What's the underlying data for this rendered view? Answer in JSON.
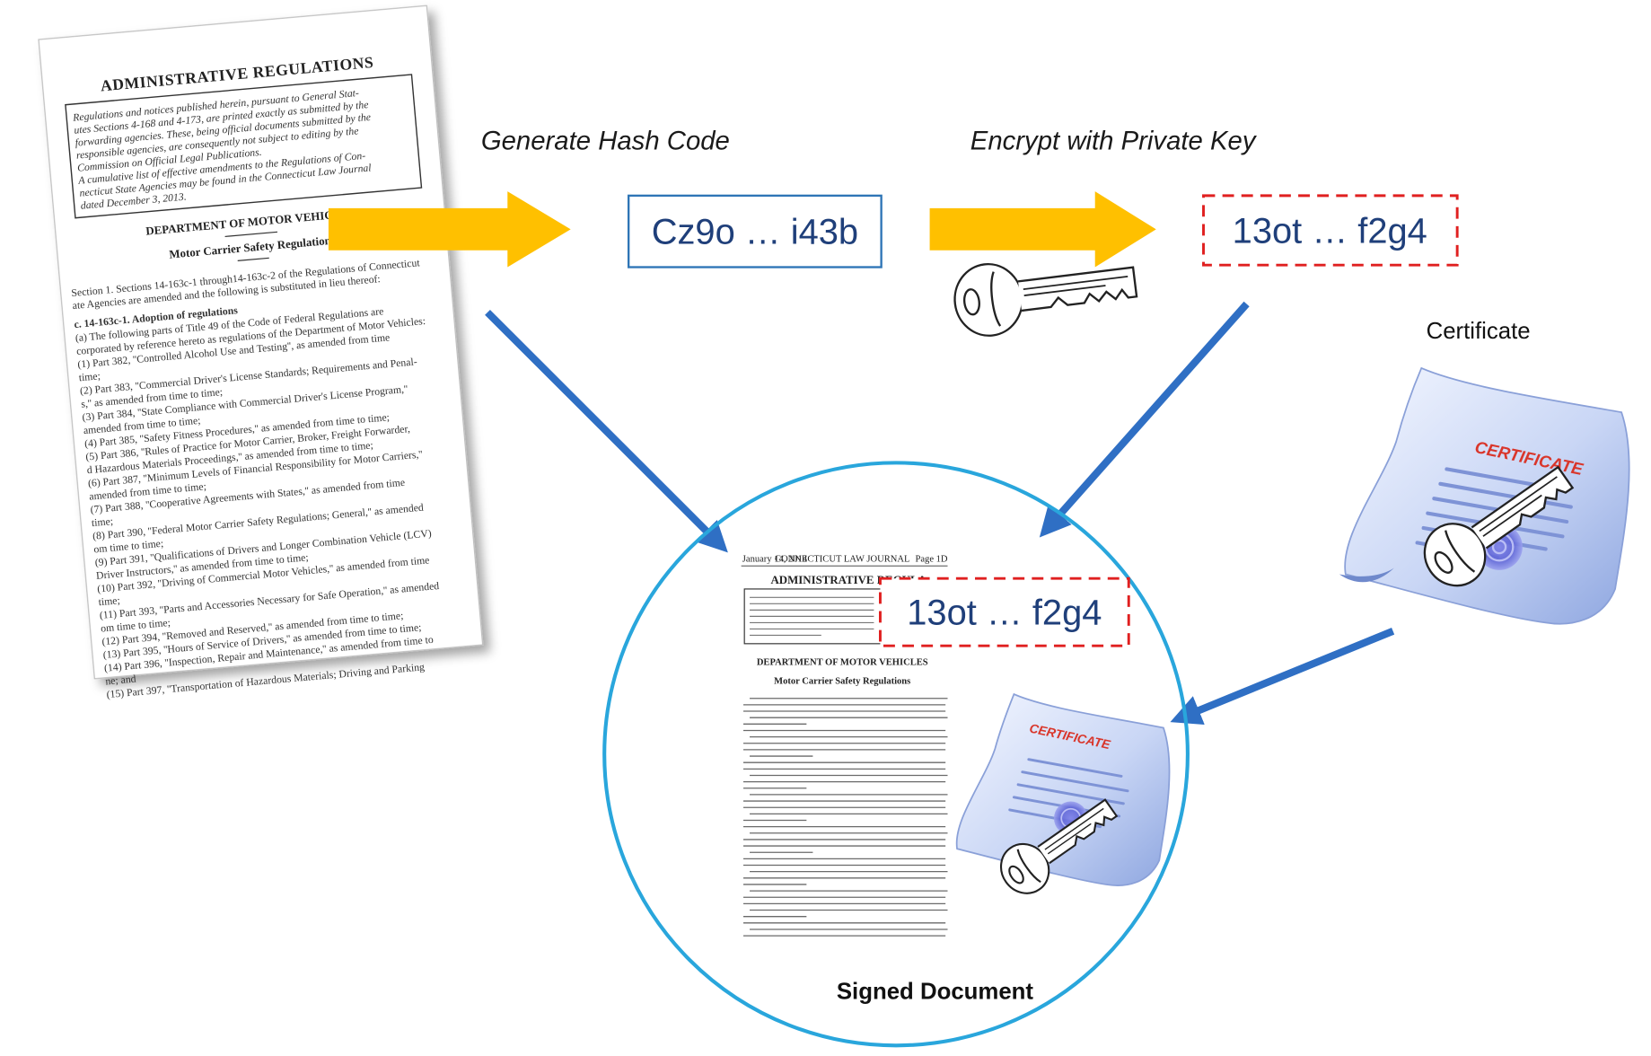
{
  "steps": {
    "generate_label": "Generate Hash Code",
    "encrypt_label": "Encrypt with Private Key"
  },
  "hash_code": "Cz9o … i43b",
  "signature": "13ot … f2g4",
  "signed_signature": "13ot … f2g4",
  "certificate": {
    "label": "Certificate",
    "word": "CERTIFICATE",
    "word_small": "CERTIFICATE"
  },
  "signed_document_label": "Signed Document",
  "source_document": {
    "title": "ADMINISTRATIVE REGULATIONS",
    "intro": [
      "Regulations and notices published herein, pursuant to General Stat-",
      "utes Sections 4-168 and 4-173, are printed exactly as submitted by the",
      "forwarding agencies. These, being official documents submitted by the",
      "responsible agencies, are consequently not subject to editing by the",
      "Commission on Official Legal Publications.",
      "A cumulative list of effective amendments to the Regulations of Con-",
      "necticut State Agencies may be found in the Connecticut Law Journal",
      "dated December 3, 2013."
    ],
    "department": "DEPARTMENT OF MOTOR VEHICLES",
    "subject": "Motor Carrier Safety Regulations",
    "section_intro": [
      "Section 1. Sections 14-163c-1 through14-163c-2 of the Regulations of Connecticut",
      "ate Agencies are amended and the following is substituted in lieu thereof:"
    ],
    "section_heading": "c. 14-163c-1.  Adoption of regulations",
    "body": [
      "(a) The following parts of Title 49 of the Code of Federal Regulations are",
      "corporated by reference hereto as regulations of the Department of Motor Vehicles:",
      "(1) Part 382, ''Controlled Alcohol Use and Testing'', as amended from time",
      "time;",
      "(2) Part 383, ''Commercial Driver's License Standards; Requirements and Penal-",
      "s,'' as amended from time to time;",
      "(3) Part 384, ''State Compliance with Commercial Driver's License Program,''",
      "amended from time to time;",
      "(4) Part 385, ''Safety Fitness Procedures,'' as amended from time to time;",
      "(5) Part 386, ''Rules of Practice for Motor Carrier, Broker, Freight Forwarder,",
      "d Hazardous Materials Proceedings,'' as amended from time to time;",
      "(6) Part 387, ''Minimum Levels of Financial Responsibility for Motor Carriers,''",
      "amended from time to time;",
      "(7) Part 388, ''Cooperative Agreements with States,'' as amended from time",
      "time;",
      "(8) Part 390, ''Federal Motor Carrier Safety Regulations; General,'' as amended",
      "om time to time;",
      "(9) Part 391, ''Qualifications of Drivers and Longer Combination Vehicle (LCV)",
      "Driver Instructors,'' as amended from time to time;",
      "(10) Part 392, ''Driving of Commercial Motor Vehicles,'' as amended from time",
      "time;",
      "(11) Part 393, ''Parts and Accessories Necessary for Safe Operation,'' as amended",
      "om time to time;",
      "(12) Part 394, ''Removed and Reserved,'' as amended from time to time;",
      "(13) Part 395, ''Hours of Service of Drivers,'' as amended from time to time;",
      "(14) Part 396, ''Inspection, Repair and Maintenance,'' as amended from time to",
      "ne; and",
      "(15) Part 397, ''Transportation of Hazardous Materials; Driving and Parking"
    ]
  },
  "signed_document": {
    "header_left": "January 14, 2014",
    "header_center": "CONNECTICUT LAW JOURNAL",
    "header_right": "Page 1D",
    "title": "ADMINISTRATIVE REGULA",
    "department": "DEPARTMENT OF MOTOR VEHICLES",
    "subject": "Motor Carrier Safety Regulations"
  },
  "colors": {
    "hash_box_border": "#2e75b6",
    "signature_box_border": "#e02020",
    "yellow_arrow": "#ffc000",
    "blue_arrow": "#2f6fc4",
    "circle": "#29a6dc"
  }
}
